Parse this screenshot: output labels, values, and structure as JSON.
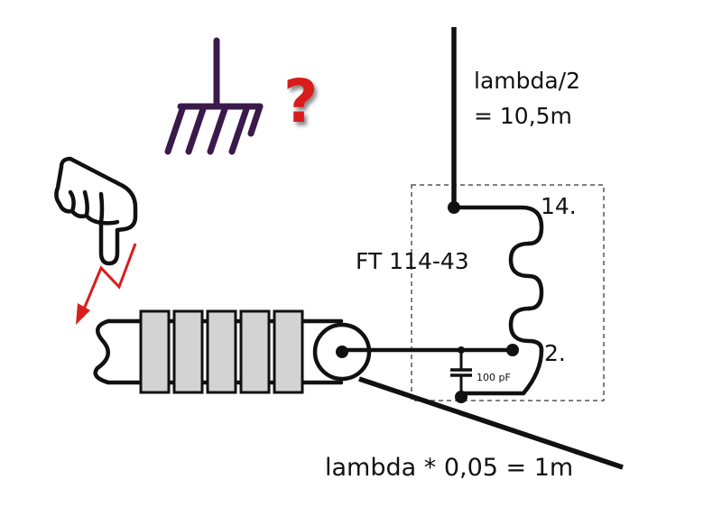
{
  "labels": {
    "top_antenna": [
      "lambda/2",
      "= 10,5m"
    ],
    "transformer": "FT 114-43",
    "tap_top": "14.",
    "tap_bottom": "2.",
    "capacitor": "100 pF",
    "counterpoise": "lambda * 0,05 = 1m",
    "question": "?"
  },
  "colors": {
    "line": "#111111",
    "ground_symbol": "#3a1a4a",
    "question_mark": "#d81e1e",
    "lightning": "#d81e1e",
    "ferrite": "#d3d3d3",
    "dashed_box": "#555555"
  },
  "icons": {
    "ground": "ground-icon",
    "hand": "pointing-hand-icon",
    "lightning": "lightning-icon"
  }
}
